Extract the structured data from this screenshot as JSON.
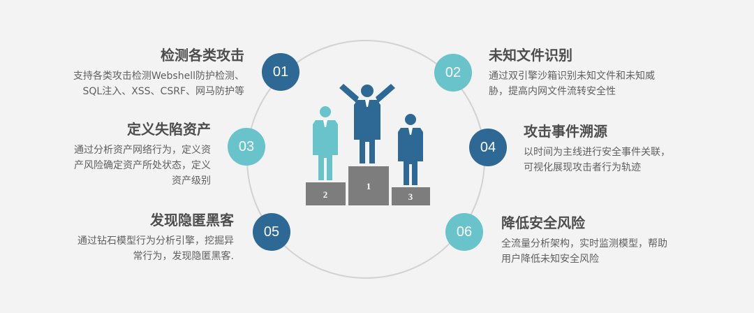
{
  "items": [
    {
      "num": "01",
      "title": "检测各类攻击",
      "desc_lines": [
        "支持各类攻击检测Webshell防护检测、",
        "SQL注入、XSS、CSRF、网马防护等"
      ]
    },
    {
      "num": "02",
      "title": "未知文件识别",
      "desc_lines": [
        "通过双引擎沙箱识别未知文件和未知威",
        "胁，提高内网文件流转安全性"
      ]
    },
    {
      "num": "03",
      "title": "定义失陷资产",
      "desc_lines": [
        "通过分析资产网络行为，定义资",
        "产风险确定资产所处状态，定义",
        "资产级别"
      ]
    },
    {
      "num": "04",
      "title": "攻击事件溯源",
      "desc_lines": [
        "以时间为主线进行安全事件关联，",
        "可视化展现攻击者行为轨迹"
      ]
    },
    {
      "num": "05",
      "title": "发现隐匿黑客",
      "desc_lines": [
        "通过钻石模型行为分析引擎，挖掘异",
        "常行为，发现隐匿黑客."
      ]
    },
    {
      "num": "06",
      "title": "降低安全风险",
      "desc_lines": [
        "全流量分析架构，实时监测模型，帮助",
        "用户降低未知安全风险"
      ]
    }
  ],
  "podium": {
    "first": "1",
    "second": "2",
    "third": "3"
  },
  "colors": {
    "dark_blue": "#2d6994",
    "teal": "#68c3cb",
    "podium_gray": "#7d7d7d",
    "ring": "#d2d2d2"
  }
}
